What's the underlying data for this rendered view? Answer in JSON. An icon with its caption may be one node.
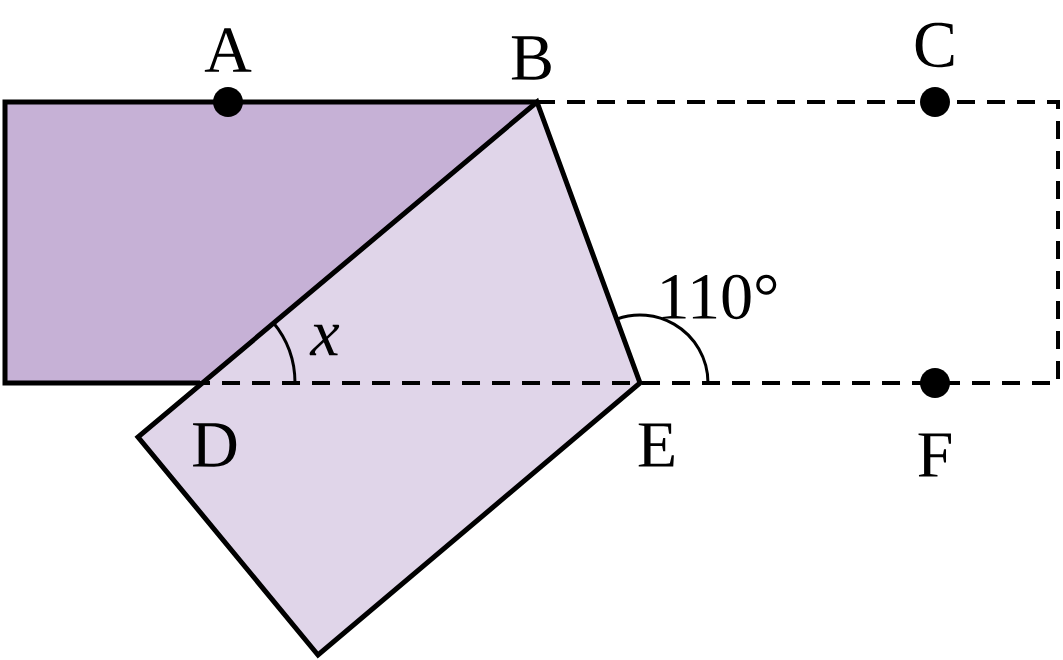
{
  "diagram": {
    "labels": [
      "A",
      "B",
      "C",
      "110°",
      "x",
      "D",
      "E",
      "F"
    ]
  }
}
